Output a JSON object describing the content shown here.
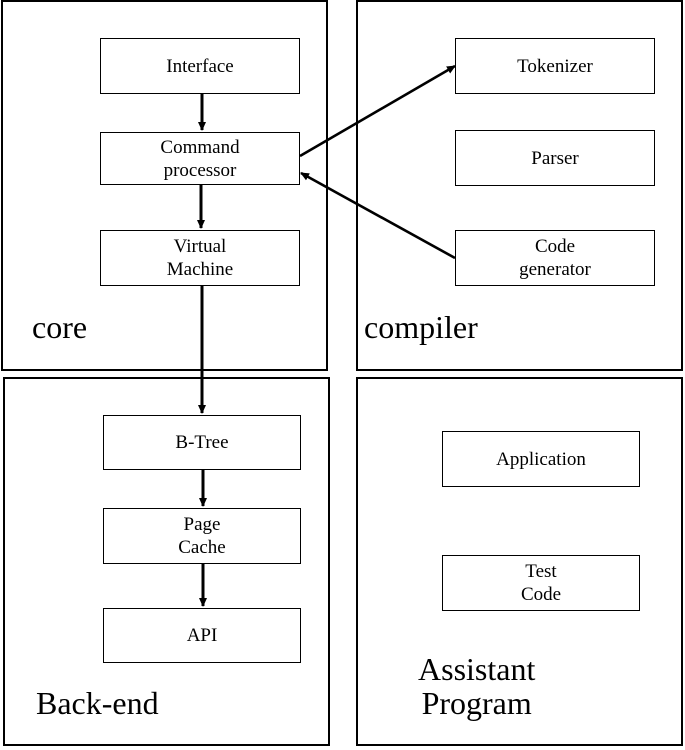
{
  "panels": {
    "core": {
      "label": "core"
    },
    "compiler": {
      "label": "compiler"
    },
    "backend": {
      "label": "Back-end"
    },
    "assistant": {
      "label": "Assistant\nProgram"
    }
  },
  "boxes": {
    "interface": "Interface",
    "command_processor": "Command\nprocessor",
    "virtual_machine": "Virtual\nMachine",
    "tokenizer": "Tokenizer",
    "parser": "Parser",
    "code_generator": "Code\ngenerator",
    "btree": "B-Tree",
    "page_cache": "Page\nCache",
    "api": "API",
    "application": "Application",
    "test_code": "Test\nCode"
  }
}
